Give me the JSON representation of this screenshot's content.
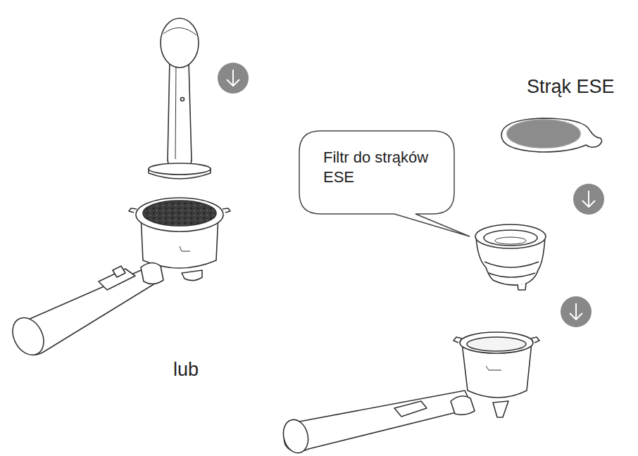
{
  "diagram": {
    "nodes": [
      {
        "text": [
          "Filtr do strąków ESE"
        ]
      }
    ],
    "labels": [
      "Strąk ESE",
      "lub"
    ]
  }
}
